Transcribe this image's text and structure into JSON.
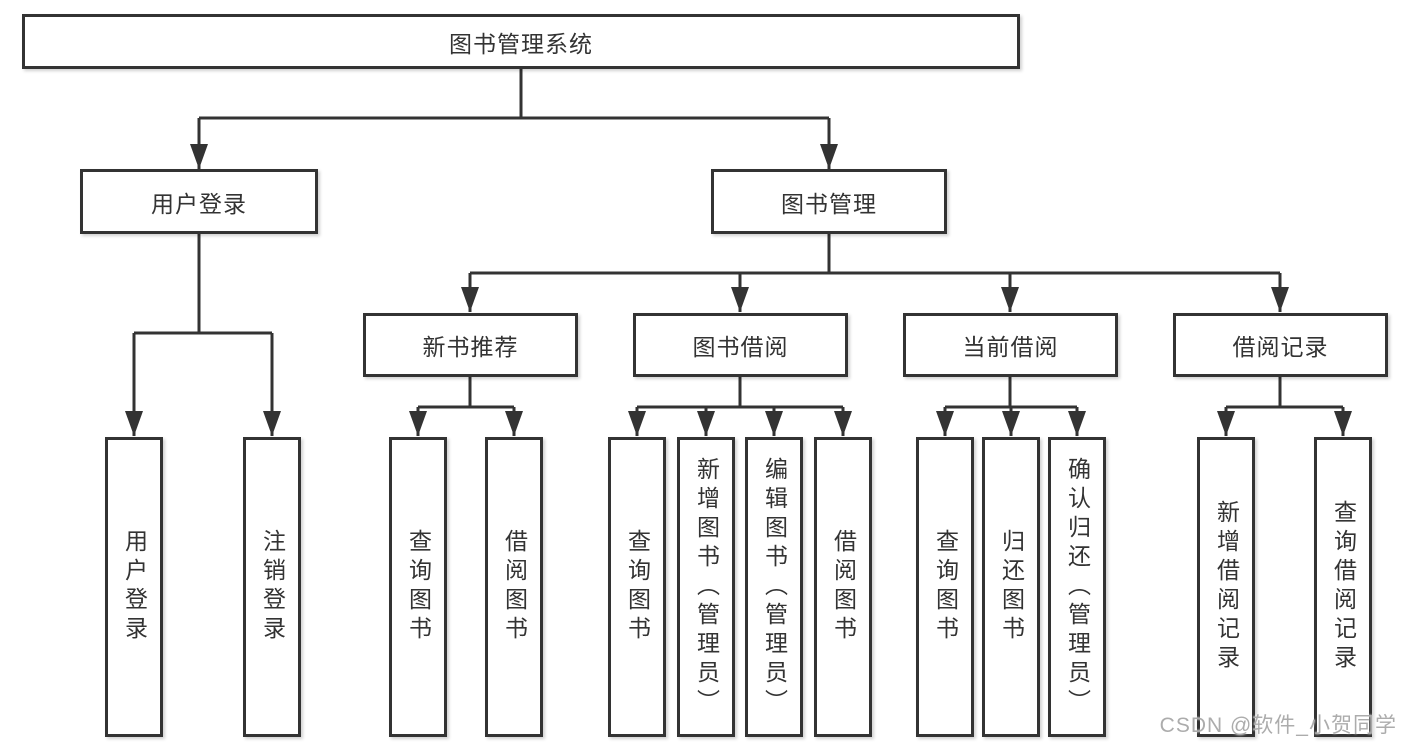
{
  "style": {
    "line_color": "#333333",
    "box_background": "#ffffff",
    "watermark_color": "#a8a8a8"
  },
  "tree": {
    "root": {
      "label": "图书管理系统",
      "children": [
        {
          "label": "用户登录",
          "children": [
            {
              "label": "用户登录"
            },
            {
              "label": "注销登录"
            }
          ]
        },
        {
          "label": "图书管理",
          "children": [
            {
              "label": "新书推荐",
              "children": [
                {
                  "label": "查询图书"
                },
                {
                  "label": "借阅图书"
                }
              ]
            },
            {
              "label": "图书借阅",
              "children": [
                {
                  "label": "查询图书"
                },
                {
                  "label": "新增图书（管理员）"
                },
                {
                  "label": "编辑图书（管理员）"
                },
                {
                  "label": "借阅图书"
                }
              ]
            },
            {
              "label": "当前借阅",
              "children": [
                {
                  "label": "查询图书"
                },
                {
                  "label": "归还图书"
                },
                {
                  "label": "确认归还（管理员）"
                }
              ]
            },
            {
              "label": "借阅记录",
              "children": [
                {
                  "label": "新增借阅记录"
                },
                {
                  "label": "查询借阅记录"
                }
              ]
            }
          ]
        }
      ]
    }
  },
  "watermark": {
    "text": "CSDN @软件_小贺同学"
  }
}
